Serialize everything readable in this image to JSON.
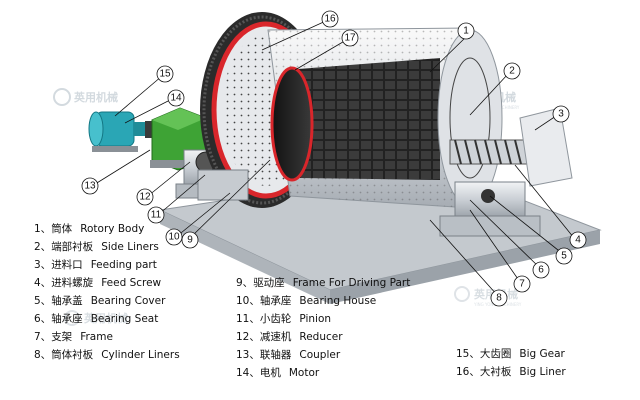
{
  "callouts": [
    "1",
    "2",
    "3",
    "4",
    "5",
    "6",
    "7",
    "8",
    "9",
    "10",
    "11",
    "12",
    "13",
    "14",
    "15",
    "16",
    "17"
  ],
  "watermark": {
    "text": "英用机械",
    "sub": "YING YONG MACHINERY"
  },
  "legend": [
    {
      "num": "1、",
      "zh": "筒体",
      "en": "Rotory Body"
    },
    {
      "num": "2、",
      "zh": "端部衬板",
      "en": "Side Liners"
    },
    {
      "num": "3、",
      "zh": "进料口",
      "en": "Feeding part"
    },
    {
      "num": "4、",
      "zh": "进料螺旋",
      "en": "Feed Screw"
    },
    {
      "num": "5、",
      "zh": "轴承盖",
      "en": "Bearing Cover"
    },
    {
      "num": "6、",
      "zh": "轴承座",
      "en": "Bearing Seat"
    },
    {
      "num": "7、",
      "zh": "支架",
      "en": "Frame"
    },
    {
      "num": "8、",
      "zh": "筒体衬板",
      "en": "Cylinder Liners"
    },
    {
      "num": "9、",
      "zh": "驱动座",
      "en": "Frame For Driving Part"
    },
    {
      "num": "10、",
      "zh": "轴承座",
      "en": "Bearing House"
    },
    {
      "num": "11、",
      "zh": "小齿轮",
      "en": "Pinion"
    },
    {
      "num": "12、",
      "zh": "减速机",
      "en": "Reducer"
    },
    {
      "num": "13、",
      "zh": "联轴器",
      "en": "Coupler"
    },
    {
      "num": "14、",
      "zh": "电机",
      "en": "Motor"
    },
    {
      "num": "15、",
      "zh": "大齿圈",
      "en": "Big Gear"
    },
    {
      "num": "16、",
      "zh": "大衬板",
      "en": "Big Liner"
    }
  ],
  "colors": {
    "red": "#d9262b",
    "motor": "#2aa6b5",
    "reducer": "#3ea335",
    "steel": "#d9dde2",
    "dark": "#2b2b2b"
  }
}
